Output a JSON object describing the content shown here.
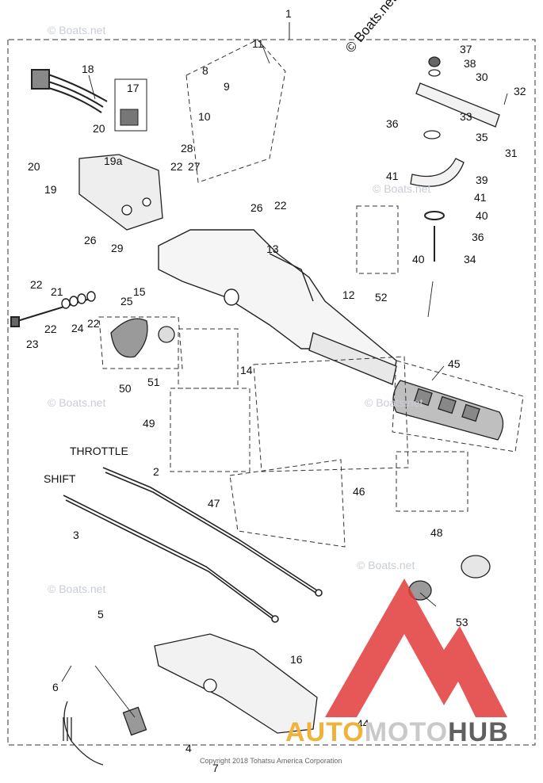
{
  "brand_watermark": "© Boats.net",
  "copyright": "Copyright 2018 Tohatsu America Corporation",
  "logo": {
    "part1": "AUTO",
    "part2": "MOTO",
    "part3": "HUB"
  },
  "cable_labels": {
    "throttle": "THROTTLE",
    "shift": "SHIFT"
  },
  "callouts": {
    "c1": "1",
    "c2": "2",
    "c3": "3",
    "c4": "4",
    "c5": "5",
    "c6": "6",
    "c7": "7",
    "c8": "8",
    "c9": "9",
    "c10": "10",
    "c11": "11",
    "c12": "12",
    "c13": "13",
    "c14": "14",
    "c15": "15",
    "c16": "16",
    "c17": "17",
    "c18": "18",
    "c19": "19",
    "c19a": "19a",
    "c20a": "20",
    "c20b": "20",
    "c21": "21",
    "c22a": "22",
    "c22b": "22",
    "c22c": "22",
    "c22d": "22",
    "c22e": "22",
    "c23": "23",
    "c24": "24",
    "c25": "25",
    "c26a": "26",
    "c26b": "26",
    "c27": "27",
    "c28": "28",
    "c29": "29",
    "c30": "30",
    "c31": "31",
    "c32": "32",
    "c33": "33",
    "c34": "34",
    "c35": "35",
    "c36a": "36",
    "c36b": "36",
    "c37": "37",
    "c38": "38",
    "c39": "39",
    "c40a": "40",
    "c40b": "40",
    "c41a": "41",
    "c41b": "41",
    "c44": "44",
    "c45": "45",
    "c46": "46",
    "c47": "47",
    "c48": "48",
    "c49": "49",
    "c50": "50",
    "c51": "51",
    "c52": "52",
    "c53": "53"
  },
  "colors": {
    "logo_red": "#e23b3b",
    "logo_orange": "#f0b23a",
    "line": "#222222"
  }
}
